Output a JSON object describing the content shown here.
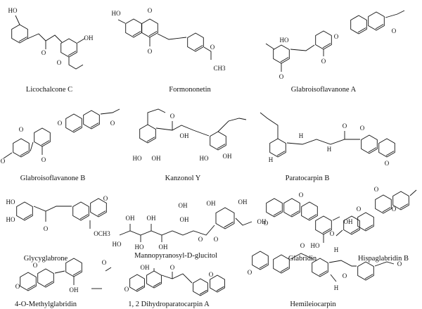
{
  "compounds": [
    {
      "name": "Licochalcone C",
      "atoms": [
        "HO",
        "O",
        "OH",
        "O"
      ]
    },
    {
      "name": "Formononetin",
      "atoms": [
        "HO",
        "O",
        "O",
        "O",
        "CH3"
      ]
    },
    {
      "name": "Glabroisoflavanone A",
      "atoms": [
        "HO",
        "O",
        "O",
        "O",
        "O"
      ]
    },
    {
      "name": "Glabroisoflavanone B",
      "atoms": [
        "O",
        "O",
        "O",
        "O",
        "O"
      ]
    },
    {
      "name": "Kanzonol Y",
      "atoms": [
        "O",
        "OH",
        "HO",
        "OH",
        "HO",
        "OH"
      ]
    },
    {
      "name": "Paratocarpin B",
      "atoms": [
        "O",
        "H",
        "H",
        "O",
        "O",
        "H"
      ]
    },
    {
      "name": "Glycyglabrone",
      "atoms": [
        "HO",
        "HO",
        "O",
        "O",
        "OCH3"
      ]
    },
    {
      "name": "Mannopyranosyl-D-glucitol",
      "atoms": [
        "OH",
        "OH",
        "OH",
        "OH",
        "HO",
        "HO",
        "OH",
        "OH",
        "O",
        "OH",
        "O",
        "OH"
      ]
    },
    {
      "name": "Glabridin",
      "atoms": [
        "O",
        "O",
        "HO",
        "OH"
      ]
    },
    {
      "name": "Hispaglabridin B",
      "atoms": [
        "O",
        "O",
        "O",
        "O"
      ]
    },
    {
      "name": "4-O-Methylglabridin",
      "atoms": [
        "O",
        "O",
        "O",
        "OH"
      ]
    },
    {
      "name": "1, 2 Dihydroparatocarpin A",
      "atoms": [
        "OH",
        "O",
        "O",
        "O"
      ]
    },
    {
      "name": "Hemileiocarpin",
      "atoms": [
        "O",
        "O",
        "H",
        "O",
        "H",
        "O"
      ]
    }
  ]
}
